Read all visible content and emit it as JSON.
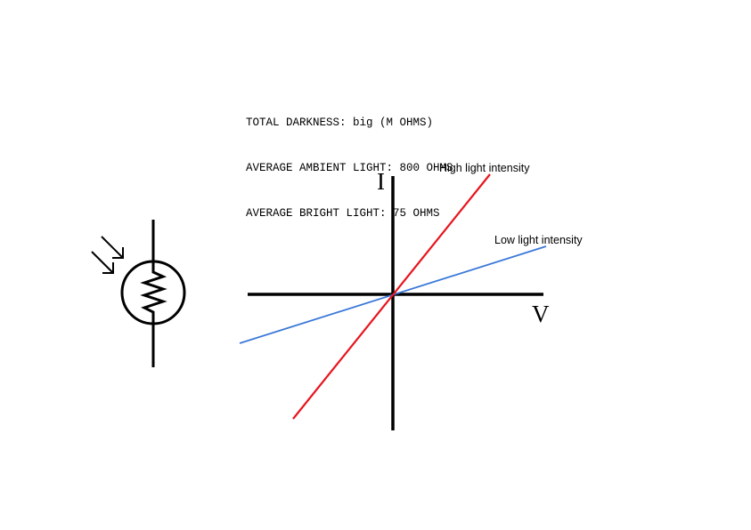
{
  "notes": {
    "total_darkness": "TOTAL DARKNESS: big (M OHMS)",
    "ambient_light": "AVERAGE AMBIENT LIGHT: 800 OHMS",
    "bright_light": "AVERAGE BRIGHT LIGHT: 75 OHMS"
  },
  "graph": {
    "y_axis_label": "I",
    "x_axis_label": "V",
    "lines": [
      {
        "label": "High light intensity",
        "color": "#e8141e"
      },
      {
        "label": "Low light intensity",
        "color": "#3a78d8"
      }
    ]
  },
  "symbol": {
    "name": "light-dependent resistor"
  }
}
